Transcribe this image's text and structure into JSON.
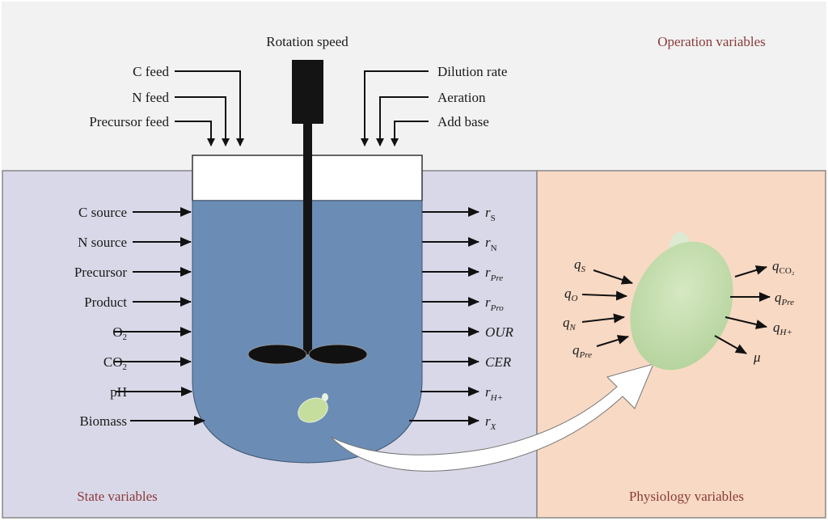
{
  "sections": {
    "operation": {
      "title": "Operation variables",
      "color": "#f2f2f2"
    },
    "state": {
      "title": "State variables",
      "color": "#d9d8e8"
    },
    "physiology": {
      "title": "Physiology variables",
      "color": "#f8d9c4"
    }
  },
  "title_color": "#8a3a3a",
  "operation_inputs": {
    "top": "Rotation speed",
    "left": [
      "C feed",
      "N feed",
      "Precursor feed"
    ],
    "right": [
      "Dilution rate",
      "Aeration",
      "Add base"
    ]
  },
  "state_inputs": [
    {
      "text": "C source",
      "sub": ""
    },
    {
      "text": "N source",
      "sub": ""
    },
    {
      "text": "Precursor",
      "sub": ""
    },
    {
      "text": "Product",
      "sub": ""
    },
    {
      "text": "O",
      "sub": "2"
    },
    {
      "text": "CO",
      "sub": "2"
    },
    {
      "text": "pH",
      "sub": ""
    },
    {
      "text": "Biomass",
      "sub": ""
    }
  ],
  "state_rates": [
    {
      "base": "r",
      "sub": "S",
      "sub_italic": false
    },
    {
      "base": "r",
      "sub": "N",
      "sub_italic": false
    },
    {
      "base": "r",
      "sub": "Pre",
      "sub_italic": true
    },
    {
      "base": "r",
      "sub": "Pro",
      "sub_italic": true
    },
    {
      "base": "OUR",
      "sub": "",
      "sub_italic": false
    },
    {
      "base": "CER",
      "sub": "",
      "sub_italic": false
    },
    {
      "base": "r",
      "sub": "H+",
      "sub_italic": true
    },
    {
      "base": "r",
      "sub": "X",
      "sub_italic": true
    }
  ],
  "physiology_inputs": [
    {
      "base": "q",
      "sub": "S"
    },
    {
      "base": "q",
      "sub": "O"
    },
    {
      "base": "q",
      "sub": "N"
    },
    {
      "base": "q",
      "sub": "Pre"
    }
  ],
  "physiology_outputs": [
    {
      "base": "q",
      "sub": "CO₂"
    },
    {
      "base": "q",
      "sub": "Pre"
    },
    {
      "base": "q",
      "sub": "H+"
    },
    {
      "base": "μ",
      "sub": ""
    }
  ],
  "colors": {
    "vessel_liquid": "#6b8db5",
    "vessel_lid": "#ffffff",
    "impeller": "#111111",
    "cell": "#c8dfb0",
    "arrow": "#111111"
  }
}
